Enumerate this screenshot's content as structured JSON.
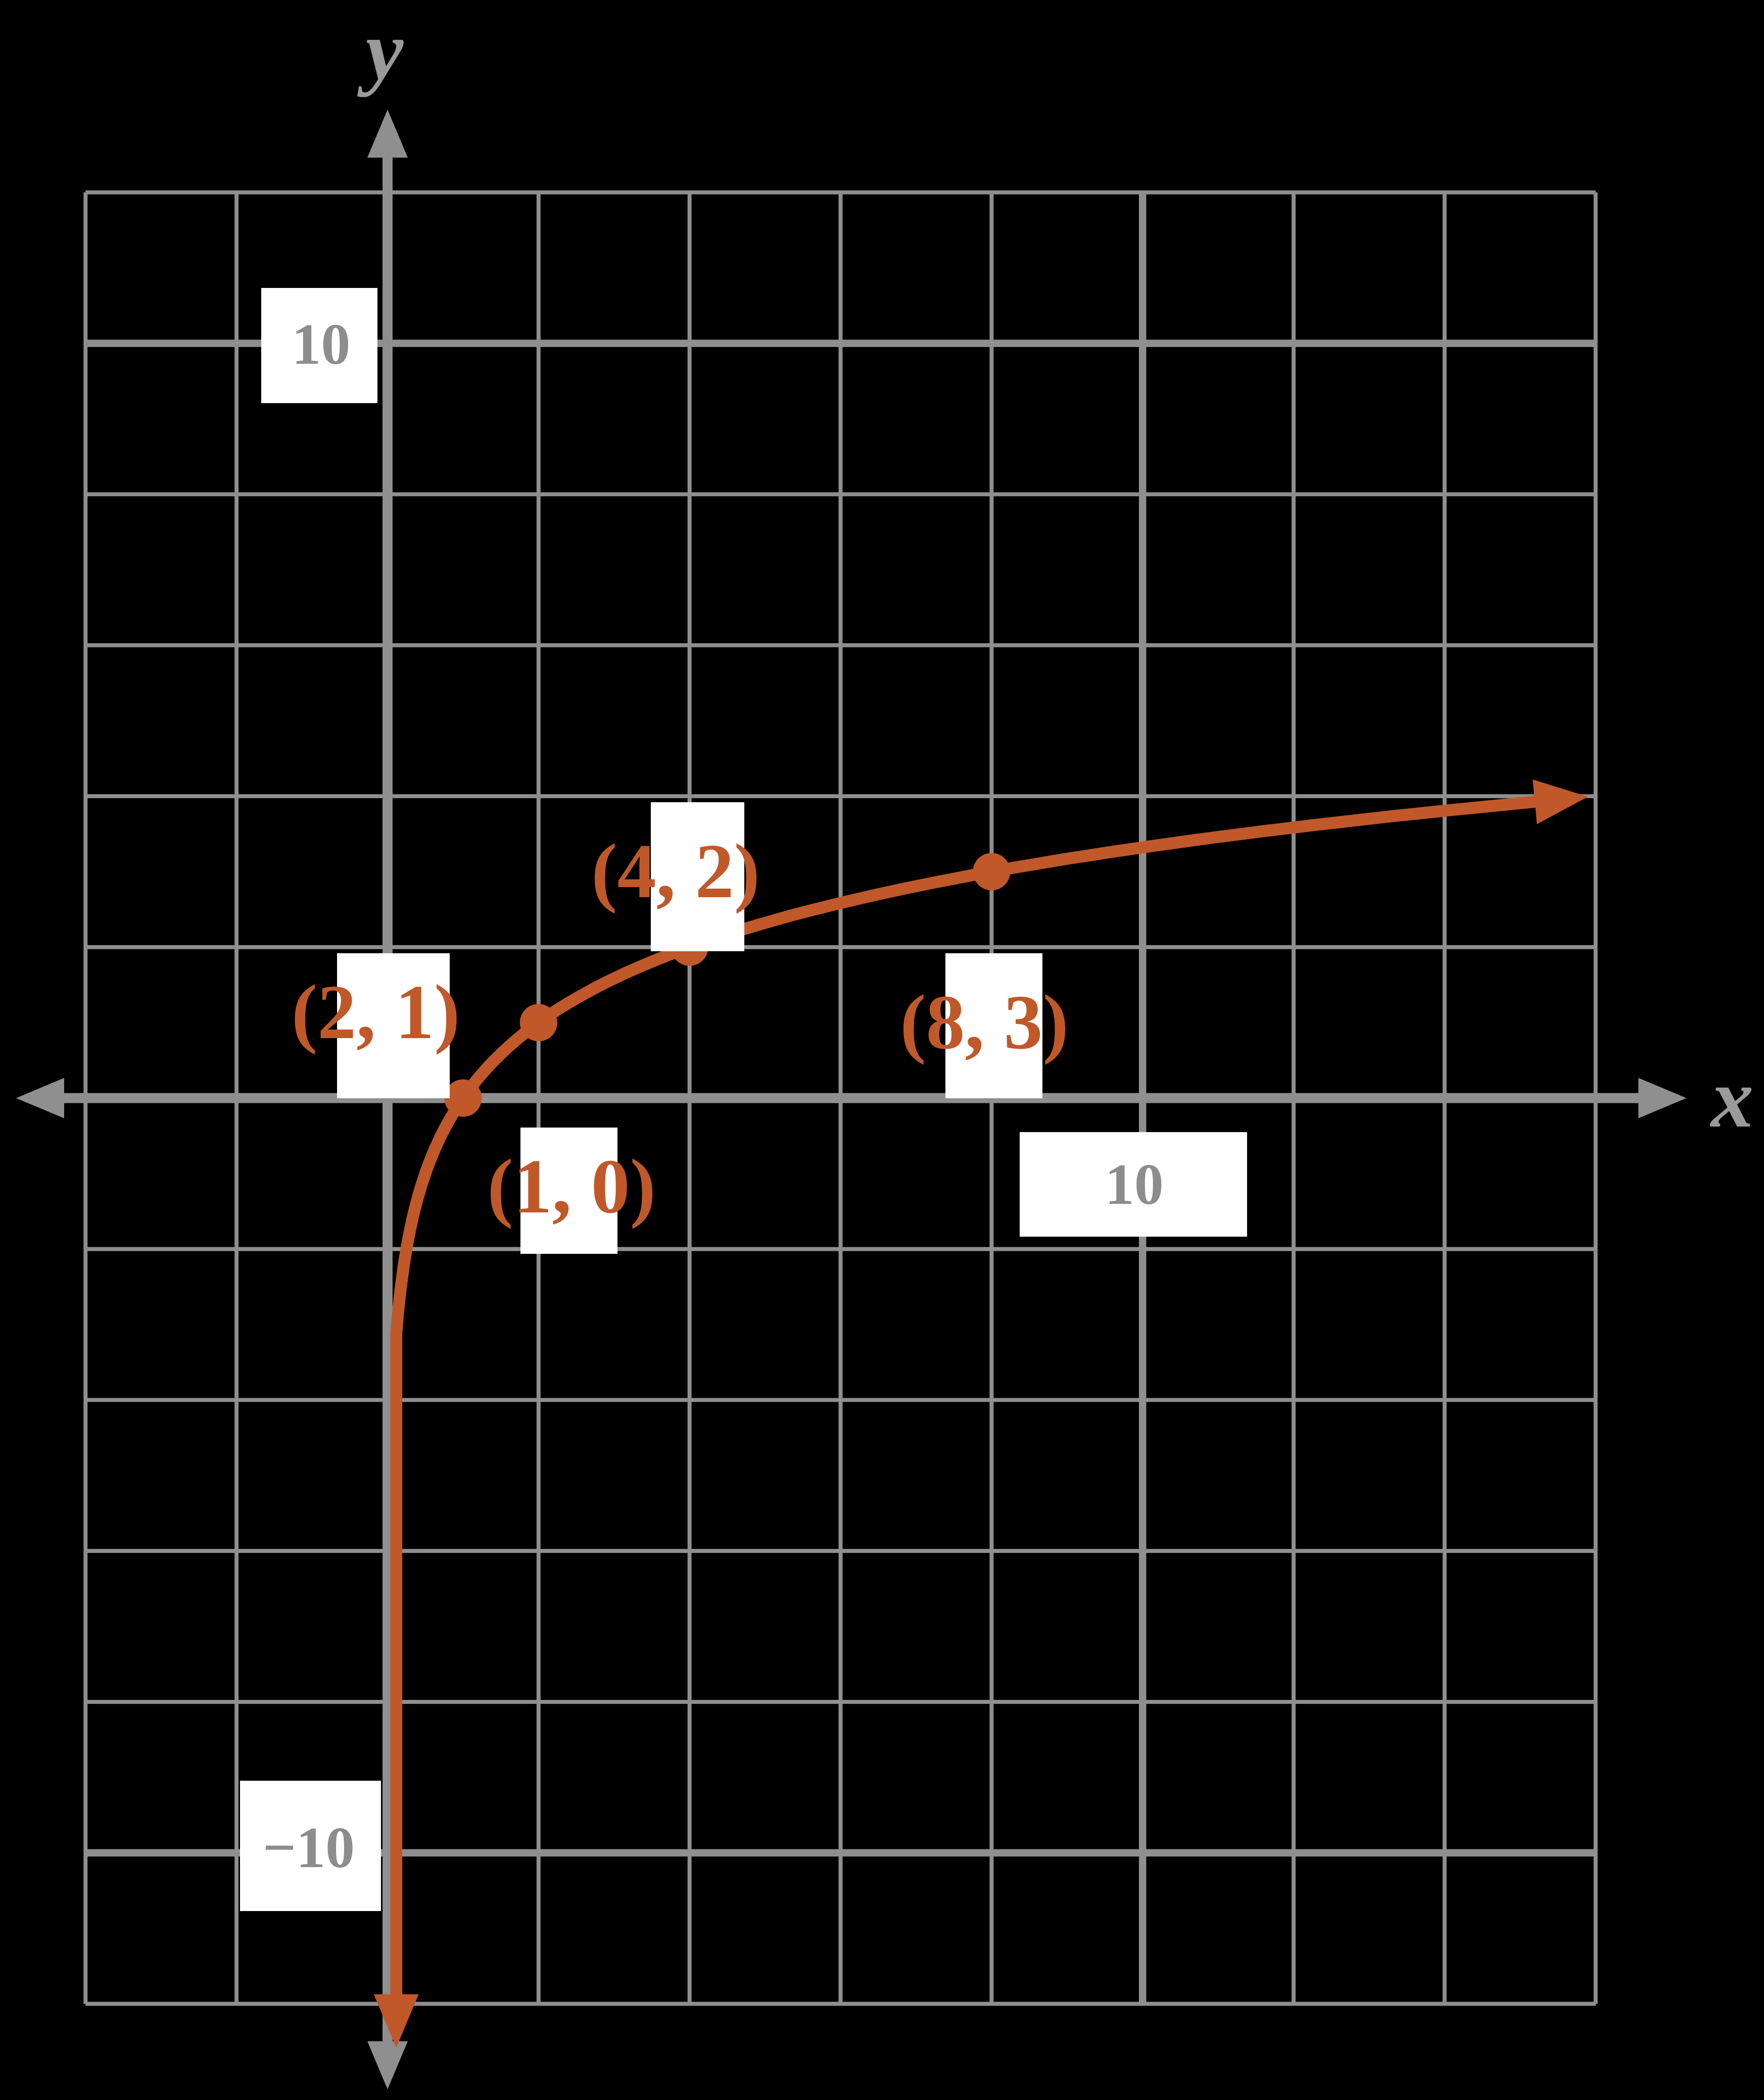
{
  "chart_data": {
    "type": "line",
    "description": "Logarithmic curve through labeled points on a coordinate grid",
    "curve": {
      "fit": "y = log2(x)",
      "x_end": 15.3,
      "color": "#c0582a"
    },
    "points": [
      {
        "x": 1,
        "y": 0,
        "label": "(1, 0)"
      },
      {
        "x": 2,
        "y": 1,
        "label": "(2, 1)"
      },
      {
        "x": 4,
        "y": 2,
        "label": "(4, 2)"
      },
      {
        "x": 8,
        "y": 3,
        "label": "(8, 3)"
      }
    ],
    "axes": {
      "xlabel": "x",
      "ylabel": "y"
    },
    "ticks": {
      "x": [
        {
          "value": 10,
          "label": "10"
        }
      ],
      "y": [
        {
          "value": 10,
          "label": "10"
        },
        {
          "value": -10,
          "label": "−10"
        }
      ]
    },
    "xlim": [
      -4,
      16
    ],
    "ylim": [
      -12,
      12
    ],
    "grid_step": 2,
    "grid": true,
    "legend": false,
    "colors": {
      "background": "#000000",
      "grid": "#8f8f8f",
      "axis": "#8f8f8f",
      "curve": "#c0582a",
      "tick_text": "#8d8d8d",
      "axis_label_text": "#9a9a9a",
      "label_background": "#ffffff"
    }
  }
}
